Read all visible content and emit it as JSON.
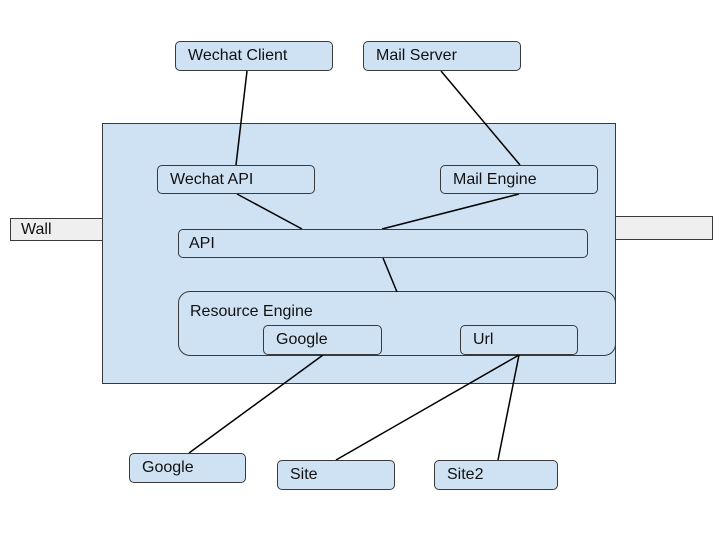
{
  "wall": {
    "label": "Wall"
  },
  "external": {
    "wechat_client": "Wechat Client",
    "mail_server": "Mail Server",
    "google": "Google",
    "site": "Site",
    "site2": "Site2"
  },
  "system": {
    "wechat_api": "Wechat API",
    "mail_engine": "Mail Engine",
    "api": "API",
    "resource_engine": {
      "label": "Resource Engine",
      "google": "Google",
      "url": "Url"
    }
  }
}
